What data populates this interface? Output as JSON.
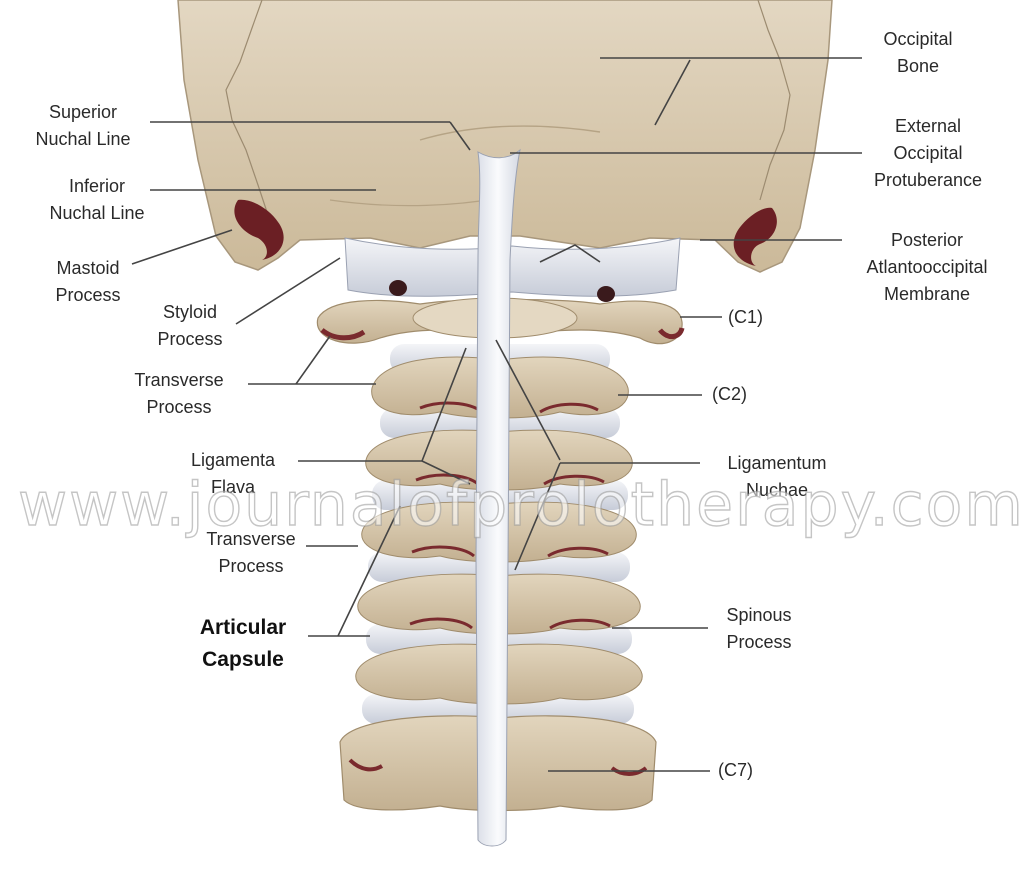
{
  "labels": {
    "occipital_bone": "Occipital\nBone",
    "superior_nuchal_line": "Superior\nNuchal Line",
    "external_occipital_protuberance": "External\nOccipital\nProtuberance",
    "inferior_nuchal_line": "Inferior\nNuchal Line",
    "mastoid_process": "Mastoid\nProcess",
    "posterior_atlantooccipital_membrane": "Posterior\nAtlantooccipital\nMembrane",
    "styloid_process": "Styloid\nProcess",
    "c1": "(C1)",
    "transverse_process_upper": "Transverse\nProcess",
    "c2": "(C2)",
    "ligamenta_flava": "Ligamenta\nFlava",
    "ligamentum_nuchae": "Ligamentum\nNuchae",
    "transverse_process_lower": "Transverse\nProcess",
    "articular_capsule": "Articular\nCapsule",
    "spinous_process": "Spinous\nProcess",
    "c7": "(C7)"
  },
  "watermark": "www.journalofprolotherapy.com",
  "colors": {
    "bone": "#dccdb4",
    "bone_shadow": "#b9a68a",
    "ligament": "#eef0f4",
    "disc": "#d6dbe6",
    "cavity": "#6b1f24",
    "leader_line": "#444444"
  }
}
